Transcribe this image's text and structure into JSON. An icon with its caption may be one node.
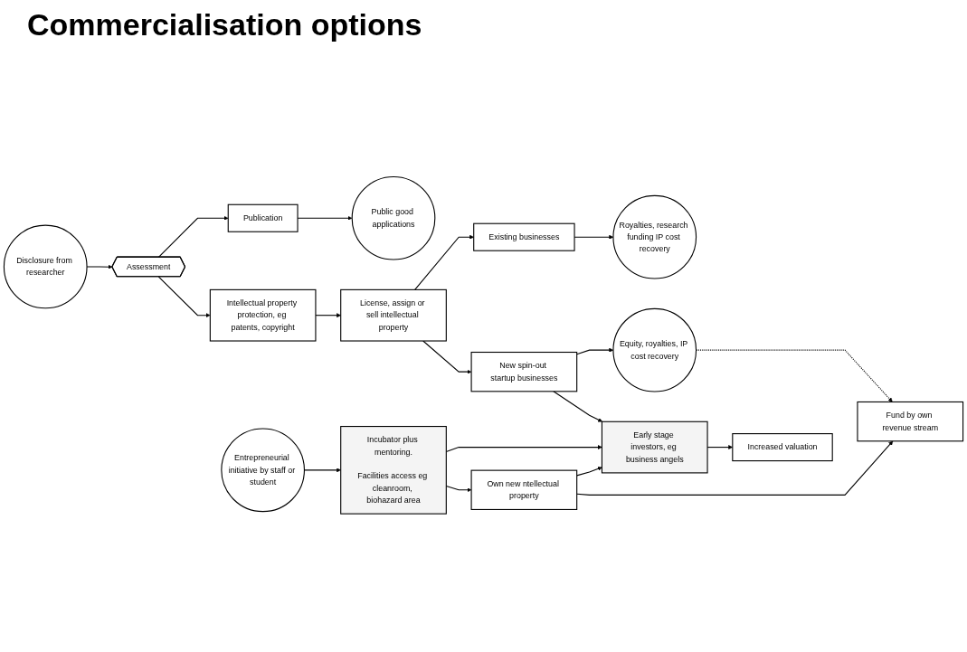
{
  "diagram": {
    "title": "Commercialisation options",
    "nodes": [
      {
        "text": [
          "Disclosure from researcher"
        ]
      },
      {
        "text": [
          "Assessment"
        ]
      },
      {
        "text": [
          "Publication"
        ]
      },
      {
        "text": [
          "Public good applications"
        ]
      },
      {
        "text": [
          "Intellectual property protection, eg patents, copyright"
        ]
      },
      {
        "text": [
          "License, assign or sell intellectual property"
        ]
      },
      {
        "text": [
          "Existing businesses"
        ]
      },
      {
        "text": [
          "Royalties, research funding IP cost recovery"
        ]
      },
      {
        "text": [
          "New spin-out startup businesses"
        ]
      },
      {
        "text": [
          "Equity, royalties, IP cost recovery"
        ]
      },
      {
        "text": [
          "Entrepreneurial initiative by staff or student"
        ]
      },
      {
        "text": [
          "Incubator plus mentoring.",
          "Facilities access eg cleanroom, biohazard area"
        ]
      },
      {
        "text": [
          "Early stage investors, eg business angels"
        ]
      },
      {
        "text": [
          "Increased valuation"
        ]
      },
      {
        "text": [
          "Own new ntellectual property"
        ]
      },
      {
        "text": [
          "Fund by own revenue stream"
        ]
      }
    ],
    "edges": [
      {
        "from": 0,
        "to": 1,
        "arrow": "to"
      },
      {
        "from": 1,
        "to": 2,
        "arrow": "to"
      },
      {
        "from": 1,
        "to": 4,
        "arrow": "to"
      },
      {
        "from": 2,
        "to": 3,
        "arrow": "to"
      },
      {
        "from": 4,
        "to": 5,
        "arrow": "to"
      },
      {
        "from": 5,
        "to": 6,
        "arrow": "to"
      },
      {
        "from": 5,
        "to": 8,
        "arrow": "to"
      },
      {
        "from": 6,
        "to": 7,
        "arrow": "to"
      },
      {
        "from": 8,
        "to": 9,
        "arrow": "to"
      },
      {
        "from": 8,
        "to": 12,
        "arrow": "to"
      },
      {
        "from": 10,
        "to": 11,
        "arrow": "to"
      },
      {
        "from": 11,
        "to": 12,
        "arrow": "to"
      },
      {
        "from": 11,
        "to": 14,
        "arrow": "to"
      },
      {
        "from": 14,
        "to": 12,
        "arrow": "to"
      },
      {
        "from": 12,
        "to": 13,
        "arrow": "to"
      },
      {
        "from": 14,
        "to": 15,
        "arrow": "to"
      },
      {
        "from": 9,
        "to": 15,
        "arrow": "to",
        "style": "dashed"
      }
    ]
  }
}
